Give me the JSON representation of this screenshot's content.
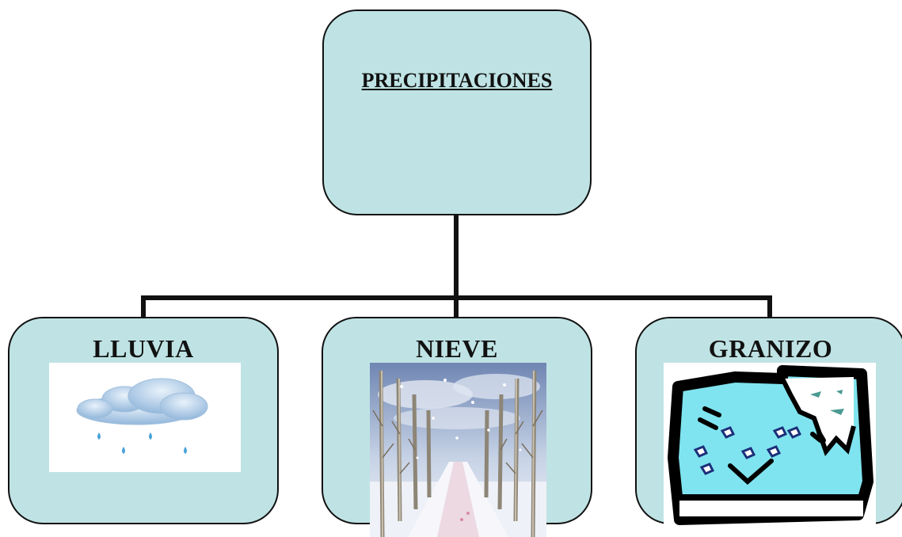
{
  "root": {
    "label": "PRECIPITACIONES"
  },
  "children": [
    {
      "label": "LLUVIA",
      "image": "rain-cloud-icon"
    },
    {
      "label": "NIEVE",
      "image": "snowy-forest-path-image"
    },
    {
      "label": "GRANIZO",
      "image": "hail-window-icon"
    }
  ],
  "colors": {
    "box_fill": "#bfe3e4",
    "line": "#111111"
  }
}
